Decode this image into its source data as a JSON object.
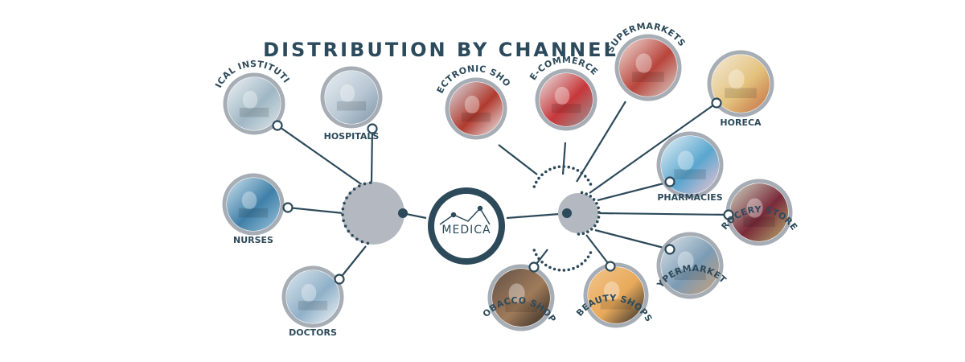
{
  "title": "DISTRIBUTION BY CHANNEL",
  "brand": {
    "logo_text": "MEDICA"
  },
  "colors": {
    "dark": "#2d4a5a",
    "hub_gray": "#b4b9c1",
    "ring_gray": "#a7adb5",
    "label": "#2d4a5a"
  },
  "left_channels": [
    {
      "id": "medical-institutions",
      "label": "MEDICAL INSTITUTIONS",
      "icon": "pharmacist-photo"
    },
    {
      "id": "hospitals",
      "label": "HOSPITALS",
      "icon": "hospital-bed-photo"
    },
    {
      "id": "nurses",
      "label": "NURSES",
      "icon": "nurse-photo"
    },
    {
      "id": "doctors",
      "label": "DOCTORS",
      "icon": "doctor-photo"
    }
  ],
  "right_channels": [
    {
      "id": "electronic-shops",
      "label": "ELECTRONIC SHOPS",
      "icon": "shopping-cart-photo"
    },
    {
      "id": "e-commerce",
      "label": "E-COMMERCE",
      "icon": "online-store-photo"
    },
    {
      "id": "supermarkets",
      "label": "SUPERMARKETS",
      "icon": "supermarket-cart-photo"
    },
    {
      "id": "horeca",
      "label": "HORECA",
      "icon": "cake-dessert-photo"
    },
    {
      "id": "pharmacies",
      "label": "PHARMACIES",
      "icon": "pills-cart-photo"
    },
    {
      "id": "grocery-stores",
      "label": "GROCERY STORES",
      "icon": "shopper-woman-photo"
    },
    {
      "id": "hypermarkets",
      "label": "HYPERMARKETS",
      "icon": "hypermarket-aisle-photo"
    },
    {
      "id": "beauty-shops",
      "label": "BEAUTY SHOPS",
      "icon": "beauty-tools-photo"
    },
    {
      "id": "tobacco-shops",
      "label": "TOBACCO SHOPS",
      "icon": "cigar-photo"
    }
  ]
}
